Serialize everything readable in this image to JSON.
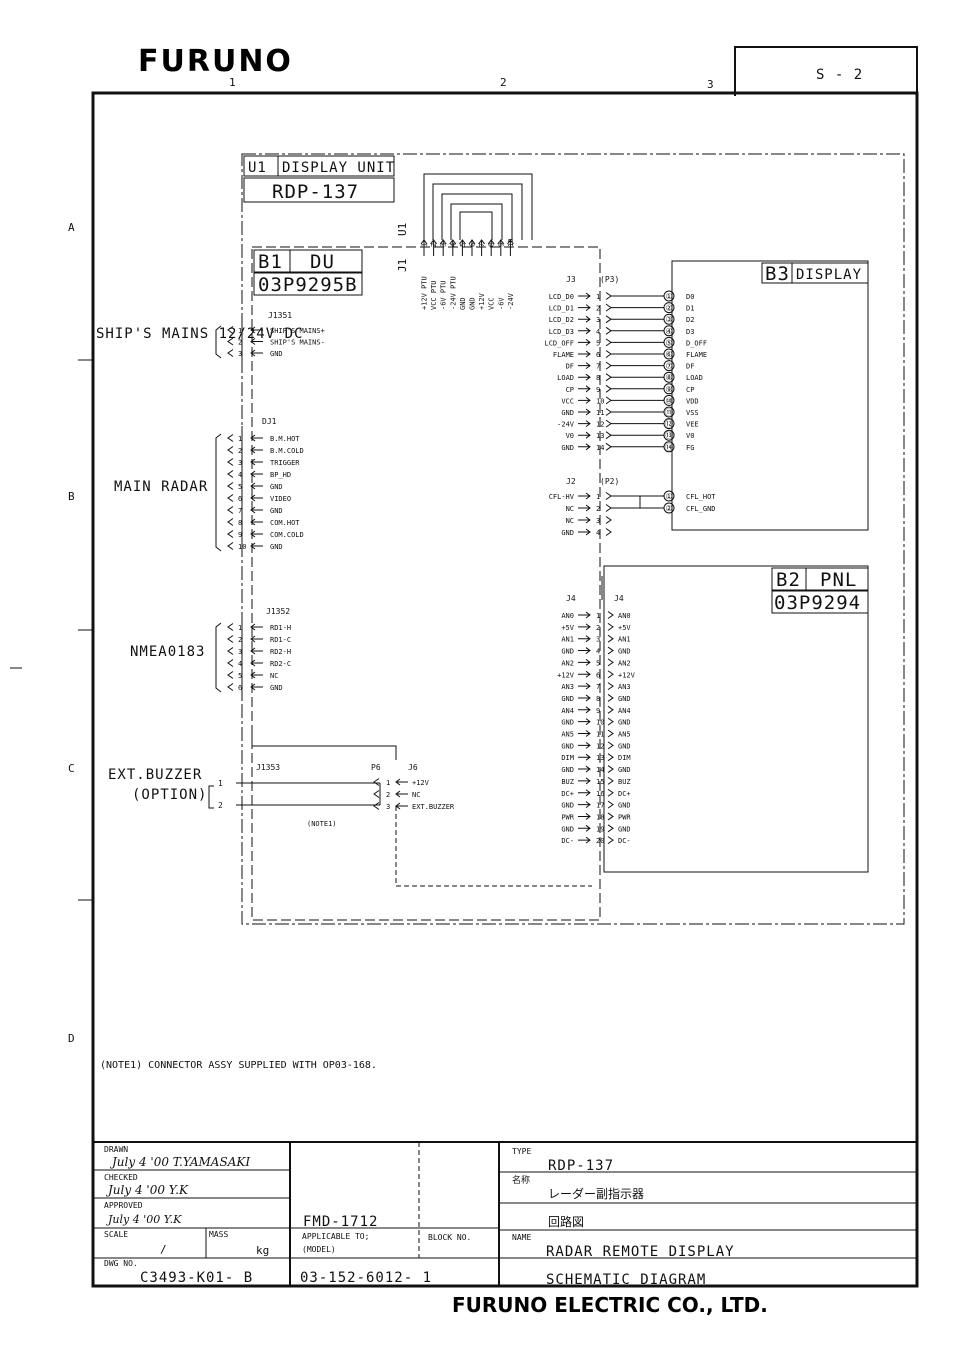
{
  "header": {
    "logo": "FURUNO",
    "sheet": "S - 2",
    "col_marks": [
      "1",
      "2",
      "3"
    ],
    "row_marks": [
      "A",
      "B",
      "C",
      "D"
    ]
  },
  "u1": {
    "id": "U1",
    "title": "DISPLAY UNIT",
    "model": "RDP-137"
  },
  "b1": {
    "id": "B1",
    "title": "DU",
    "part": "03P9295B"
  },
  "b3": {
    "id": "B3",
    "title": "DISPLAY"
  },
  "b2": {
    "id": "B2",
    "title": "PNL",
    "part": "03P9294"
  },
  "j1": {
    "label": "J1",
    "plug": "U1",
    "pins": [
      "1",
      "2",
      "3",
      "4",
      "5",
      "6",
      "7",
      "8",
      "9",
      "10"
    ],
    "signals": [
      "+12V PTU",
      "VCC PTU",
      "-6V PTU",
      "-24V PTU",
      "GND",
      "GND",
      "+12V",
      "VCC",
      "-6V",
      "-24V"
    ]
  },
  "j1351": {
    "label": "J1351",
    "group": "SHIP'S MAINS 12/24V DC",
    "pins": [
      {
        "n": "1",
        "sig": "SHIP'S MAINS+"
      },
      {
        "n": "2",
        "sig": "SHIP'S MAINS-"
      },
      {
        "n": "3",
        "sig": "GND"
      }
    ]
  },
  "dj1": {
    "label": "DJ1",
    "group": "MAIN RADAR",
    "pins": [
      {
        "n": "1",
        "sig": "B.M.HOT"
      },
      {
        "n": "2",
        "sig": "B.M.COLD"
      },
      {
        "n": "3",
        "sig": "TRIGGER"
      },
      {
        "n": "4",
        "sig": "BP_HD"
      },
      {
        "n": "5",
        "sig": "GND"
      },
      {
        "n": "6",
        "sig": "VIDEO"
      },
      {
        "n": "7",
        "sig": "GND"
      },
      {
        "n": "8",
        "sig": "COM.HOT"
      },
      {
        "n": "9",
        "sig": "COM.COLD"
      },
      {
        "n": "10",
        "sig": "GND"
      }
    ]
  },
  "j1352": {
    "label": "J1352",
    "group": "NMEA0183",
    "pins": [
      {
        "n": "1",
        "sig": "RD1-H"
      },
      {
        "n": "2",
        "sig": "RD1-C"
      },
      {
        "n": "3",
        "sig": "RD2-H"
      },
      {
        "n": "4",
        "sig": "RD2-C"
      },
      {
        "n": "5",
        "sig": "NC"
      },
      {
        "n": "6",
        "sig": "GND"
      }
    ]
  },
  "j1353": {
    "label": "J1353",
    "p6": "P6",
    "j6": "J6",
    "group_line1": "EXT.BUZZER",
    "group_line2": "(OPTION)",
    "ext_pins": [
      "1",
      "2"
    ],
    "pins": [
      {
        "n": "1",
        "sig": "+12V"
      },
      {
        "n": "2",
        "sig": "NC"
      },
      {
        "n": "3",
        "sig": "EXT.BUZZER"
      }
    ],
    "note_ref": "(NOTE1)"
  },
  "j3": {
    "label": "J3",
    "mate": "(P3)",
    "pins": [
      {
        "n": "1",
        "sig": "LCD_D0",
        "circ": "①",
        "dst": "D0"
      },
      {
        "n": "2",
        "sig": "LCD_D1",
        "circ": "②",
        "dst": "D1"
      },
      {
        "n": "3",
        "sig": "LCD_D2",
        "circ": "③",
        "dst": "D2"
      },
      {
        "n": "4",
        "sig": "LCD_D3",
        "circ": "④",
        "dst": "D3"
      },
      {
        "n": "5",
        "sig": "LCD_OFF",
        "circ": "⑤",
        "dst": "D_OFF"
      },
      {
        "n": "6",
        "sig": "FLAME",
        "circ": "⑥",
        "dst": "FLAME"
      },
      {
        "n": "7",
        "sig": "DF",
        "circ": "⑦",
        "dst": "DF"
      },
      {
        "n": "8",
        "sig": "LOAD",
        "circ": "⑧",
        "dst": "LOAD"
      },
      {
        "n": "9",
        "sig": "CP",
        "circ": "⑨",
        "dst": "CP"
      },
      {
        "n": "10",
        "sig": "VCC",
        "circ": "⑩",
        "dst": "VDD"
      },
      {
        "n": "11",
        "sig": "GND",
        "circ": "⑪",
        "dst": "VSS"
      },
      {
        "n": "12",
        "sig": "-24V",
        "circ": "⑫",
        "dst": "VEE"
      },
      {
        "n": "13",
        "sig": "V0",
        "circ": "⑬",
        "dst": "V0"
      },
      {
        "n": "14",
        "sig": "GND",
        "circ": "⑭",
        "dst": "FG"
      }
    ]
  },
  "j2": {
    "label": "J2",
    "mate": "(P2)",
    "pins": [
      {
        "n": "1",
        "sig": "CFL-HV",
        "circ": "①",
        "dst": "CFL_HOT"
      },
      {
        "n": "2",
        "sig": "NC",
        "circ": "②",
        "dst": "CFL_GND"
      },
      {
        "n": "3",
        "sig": "NC",
        "circ": "",
        "dst": ""
      },
      {
        "n": "4",
        "sig": "GND",
        "circ": "",
        "dst": ""
      }
    ]
  },
  "j4": {
    "label": "J4",
    "label_r": "J4",
    "pins": [
      {
        "n": "1",
        "sig": "AN0",
        "dst": "AN0"
      },
      {
        "n": "2",
        "sig": "+5V",
        "dst": "+5V"
      },
      {
        "n": "3",
        "sig": "AN1",
        "dst": "AN1"
      },
      {
        "n": "4",
        "sig": "GND",
        "dst": "GND"
      },
      {
        "n": "5",
        "sig": "AN2",
        "dst": "AN2"
      },
      {
        "n": "6",
        "sig": "+12V",
        "dst": "+12V"
      },
      {
        "n": "7",
        "sig": "AN3",
        "dst": "AN3"
      },
      {
        "n": "8",
        "sig": "GND",
        "dst": "GND"
      },
      {
        "n": "9",
        "sig": "AN4",
        "dst": "AN4"
      },
      {
        "n": "10",
        "sig": "GND",
        "dst": "GND"
      },
      {
        "n": "11",
        "sig": "AN5",
        "dst": "AN5"
      },
      {
        "n": "12",
        "sig": "GND",
        "dst": "GND"
      },
      {
        "n": "13",
        "sig": "DIM",
        "dst": "DIM"
      },
      {
        "n": "14",
        "sig": "GND",
        "dst": "GND"
      },
      {
        "n": "15",
        "sig": "BUZ",
        "dst": "BUZ"
      },
      {
        "n": "16",
        "sig": "DC+",
        "dst": "DC+"
      },
      {
        "n": "17",
        "sig": "GND",
        "dst": "GND"
      },
      {
        "n": "18",
        "sig": "PWR",
        "dst": "PWR"
      },
      {
        "n": "19",
        "sig": "GND",
        "dst": "GND"
      },
      {
        "n": "20",
        "sig": "DC-",
        "dst": "DC-"
      }
    ]
  },
  "note": "(NOTE1) CONNECTOR ASSY SUPPLIED WITH OP03-168.",
  "title_block": {
    "drawn_label": "DRAWN",
    "drawn_sig": "July 4 '00 T.YAMASAKI",
    "checked_label": "CHECKED",
    "checked_sig": "July 4 '00 Y.K",
    "approved_label": "APPROVED",
    "approved_sig": "July 4 '00 Y.K",
    "scale_label": "SCALE",
    "scale_value": "/",
    "mass_label": "MASS",
    "mass_unit": "kg",
    "fmd": "FMD-1712",
    "applicable_label": "APPLICABLE TO;",
    "model_label": "(MODEL)",
    "block_label": "BLOCK NO.",
    "dwg_label": "DWG NO.",
    "dwg_value": "C3493-K01- B",
    "code_value": "03-152-6012- 1",
    "type_label": "TYPE",
    "type_value": "RDP-137",
    "name_jp_label": "名称",
    "name_jp": "レーダー副指示器",
    "diag_jp": "回路図",
    "name_label": "NAME",
    "name_value": "RADAR REMOTE DISPLAY",
    "diag_value": "SCHEMATIC DIAGRAM",
    "company": "FURUNO ELECTRIC CO., LTD."
  }
}
